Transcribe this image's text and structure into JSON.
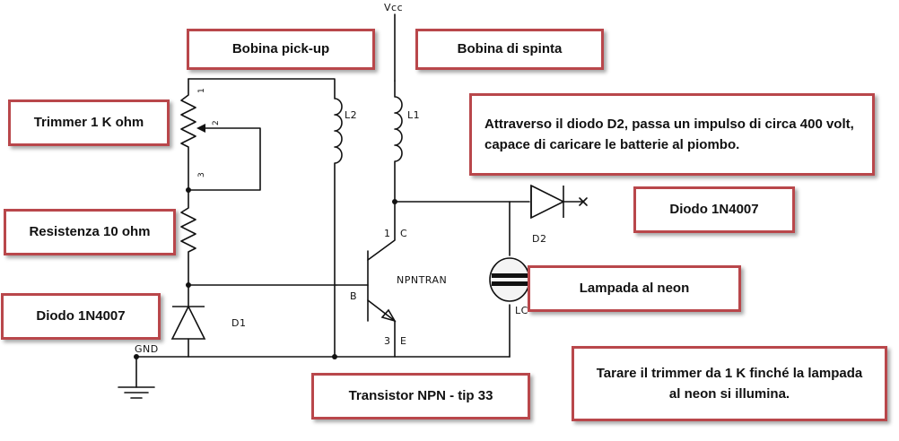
{
  "annotations": {
    "bobina_pickup": "Bobina pick-up",
    "bobina_spinta": "Bobina di spinta",
    "trimmer": "Trimmer 1 K ohm",
    "resistenza": "Resistenza 10 ohm",
    "diodo_d1": "Diodo 1N4007",
    "diodo_d2": "Diodo 1N4007",
    "d2_note": "Attraverso il diodo D2, passa un impulso di circa 400 volt, capace di caricare le batterie al piombo.",
    "lampada": "Lampada al neon",
    "transistor": "Transistor NPN  - tip 33",
    "tarare": "Tarare il trimmer da 1 K finché la lampada al neon si illumina."
  },
  "schematic": {
    "vcc": "Vcc",
    "gnd": "GND",
    "l1": "L1",
    "l2": "L2",
    "d1": "D1",
    "d2": "D2",
    "npn": "NPNTRAN",
    "lamp_ref": "LC",
    "pin_b": "B",
    "pin_c": "C",
    "pin_e": "E",
    "pin_c_num": "1",
    "pin_e_num": "3",
    "trim_pin1": "1",
    "trim_pin2": "2",
    "trim_pin3": "3"
  },
  "colors": {
    "box_border": "#b9474b",
    "wire": "#111111"
  }
}
